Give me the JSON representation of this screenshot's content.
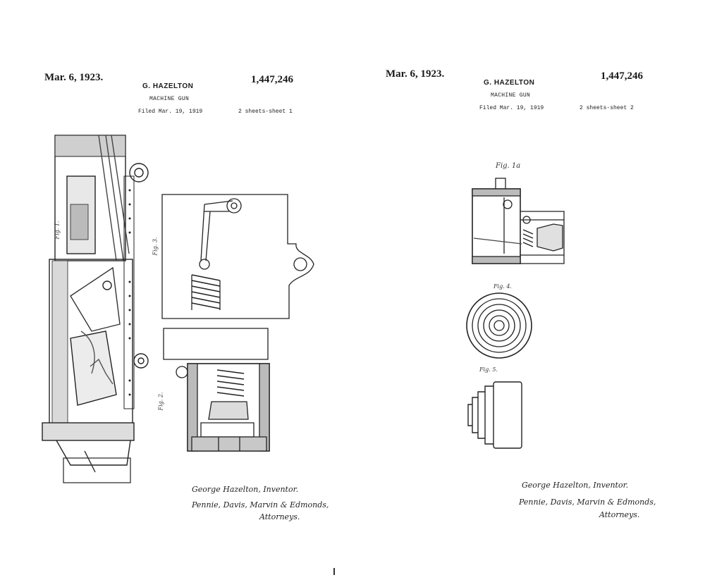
{
  "sheets": [
    {
      "date": "Mar. 6, 1923.",
      "inventor": "G. HAZELTON",
      "title": "MACHINE GUN",
      "filed": "Filed Mar. 19, 1919",
      "sheet_label": "2 sheets-sheet 1",
      "patent_number": "1,447,246",
      "signature_inventor": "George Hazelton, Inventor.",
      "signature_attorneys_1": "Pennie, Davis, Marvin & Edmonds,",
      "signature_attorneys_2": "Attorneys.",
      "figure_labels": [
        "Fig. 1.",
        "Fig. 3.",
        "Fig. 2."
      ]
    },
    {
      "date": "Mar. 6, 1923.",
      "inventor": "G. HAZELTON",
      "title": "MACHINE GUN",
      "filed": "Filed Mar. 19, 1919",
      "sheet_label": "2 sheets-sheet 2",
      "patent_number": "1,447,246",
      "signature_inventor": "George Hazelton, Inventor.",
      "signature_attorneys_1": "Pennie, Davis, Marvin & Edmonds,",
      "signature_attorneys_2": "Attorneys.",
      "figure_labels": [
        "Fig. 1a",
        "Fig. 4.",
        "Fig. 5."
      ]
    }
  ]
}
